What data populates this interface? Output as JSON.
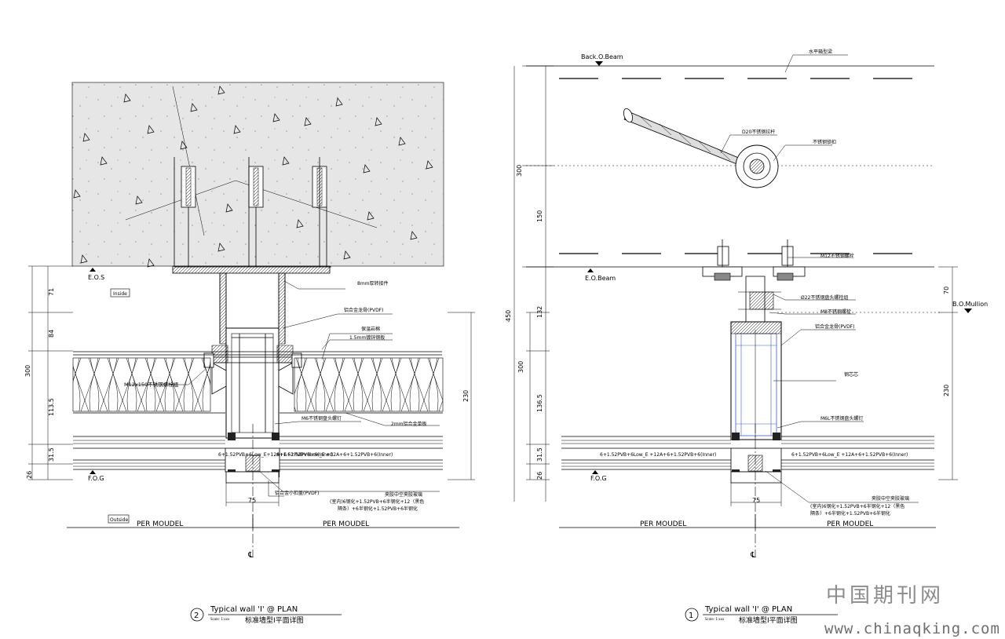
{
  "left": {
    "number": "2",
    "title": "Typical wall 'I' @ PLAN",
    "scale": "Scale: 1:xxx",
    "subtitle": "标准墙型I平面详图",
    "eos": "E.O.S",
    "fog": "F.O.G",
    "inside": "Inside",
    "outside": "Outside",
    "dims_left": [
      "71",
      "84",
      "113.5",
      "31.5",
      "26"
    ],
    "dim_total": "300",
    "dim_right": "230",
    "dim_bottom": "75",
    "per_moudel_a": "PER MOUDEL",
    "per_moudel_b": "PER MOUDEL",
    "labels": {
      "steel_plate": "8mm厚转接件",
      "alu_mullion": "铝合金龙骨(PVDF)",
      "insulation": "保温岩棉",
      "galv_sheet": "1.5mm镀锌钢板",
      "bolt": "M12x150不锈钢螺栓组",
      "screw": "M6不锈钢盘头螺钉",
      "alu_panel": "2mm铝合金单板",
      "glass_a": "6+1.52PVB+6Low_E+12A+6+1.52PVB+6(Inner)",
      "glass_b": "6+1.52PVB+6Low_E +12A+6+1.52PVB+6(Inner)",
      "pressure_plate": "铝合金小扣盖(PVDF)",
      "glass_note_1": "夹胶中空夹胶玻璃",
      "glass_note_2": "(室内)6钢化+1.52PVB+6半钢化+12（黑色",
      "glass_note_3": "隔条）+6半钢化+1.52PVB+6半钢化"
    }
  },
  "right": {
    "number": "1",
    "title": "Typical wall 'I' @ PLAN",
    "scale": "Scale: 1:xxx",
    "subtitle": "标准墙型I平面详图",
    "back_beam": "Back.O.Beam",
    "eo_beam": "E.O.Beam",
    "bo_mullion": "B.O.Mullion",
    "fog": "F.O.G",
    "dims_left_top": [
      "300",
      "150"
    ],
    "dim_total": "450",
    "dims_left": [
      "132",
      "136.5",
      "31.5",
      "26"
    ],
    "dim_300": "300",
    "dim_right_top": "70",
    "dim_right": "230",
    "dim_bottom": "75",
    "per_moudel_a": "PER MOUDEL",
    "per_moudel_b": "PER MOUDEL",
    "labels": {
      "truss": "水平箱型梁",
      "rod": "D20不锈钢拉杆",
      "rod_clamp": "不锈钢锁扣",
      "m12": "M12不锈钢螺栓",
      "pin": "Ø22不锈钢盘头螺栓组",
      "m8": "M8不锈钢螺栓",
      "alu_mullion": "铝合金龙骨(PVDF)",
      "steel_core": "钢芯芯",
      "screw": "M6L不锈钢盘头螺钉",
      "glass_a": "6+1.52PVB+6Low_E +12A+6+1.52PVB+6(Inner)",
      "glass_b": "6+1.52PVB+6Low_E +12A+6+1.52PVB+6(Inner)",
      "glass_note_1": "夹胶中空夹胶玻璃",
      "glass_note_2": "(室内)6钢化+1.52PVB+6半钢化+12（黑色",
      "glass_note_3": "隔条）+6半钢化+1.52PVB+6半钢化"
    }
  },
  "centerline": "℄",
  "watermark_cn": "中国期刊网",
  "watermark_url": "www.chinaqking.com"
}
